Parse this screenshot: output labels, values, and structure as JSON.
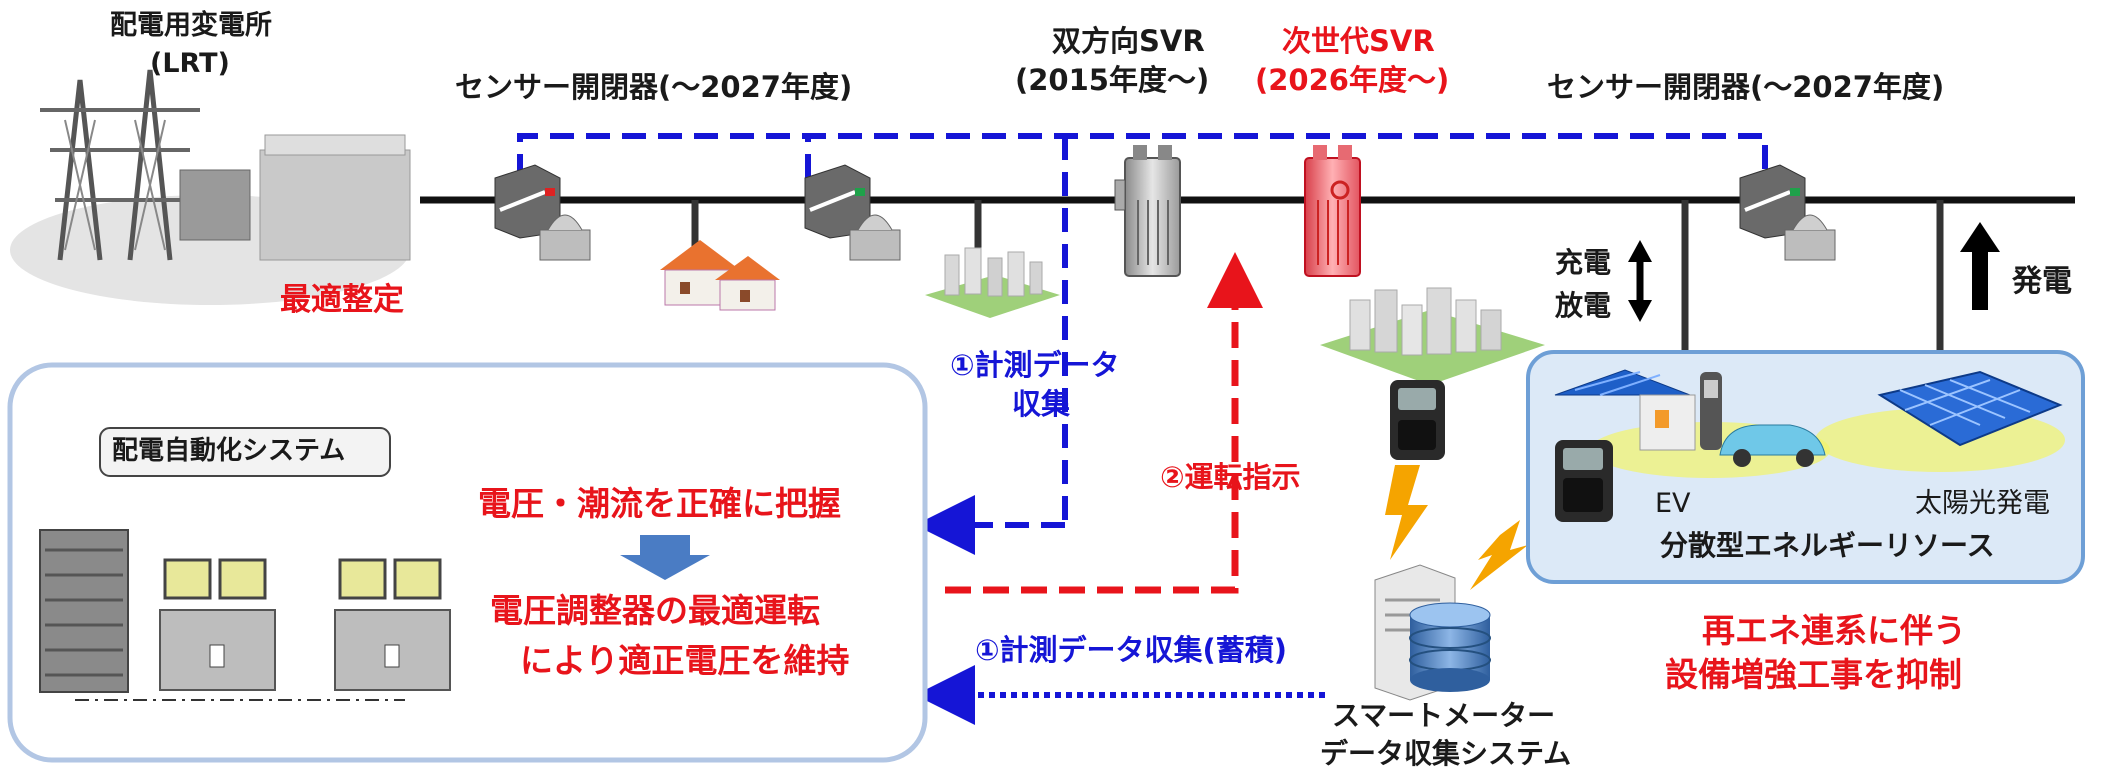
{
  "substation": {
    "title": "配電用変電所",
    "subtitle": "(LRT)",
    "action": "最適整定"
  },
  "sensor_switch_left": "センサー開閉器(～2027年度)",
  "sensor_switch_right": "センサー開閉器(～2027年度)",
  "svr_bidirectional": {
    "title": "双方向SVR",
    "period": "(2015年度～)"
  },
  "svr_next_gen": {
    "title": "次世代SVR",
    "period": "(2026年度～)"
  },
  "charge_label": "充電",
  "discharge_label": "放電",
  "generation_label": "発電",
  "flow_measure_top": {
    "line1": "①計測データ",
    "line2": "収集"
  },
  "flow_operation": "②運転指示",
  "flow_measure_bottom": "①計測データ収集(蓄積)",
  "das": {
    "title": "配電自動化システム",
    "step1": "電圧・潮流を正確に把握",
    "step2_line1": "電圧調整器の最適運転",
    "step2_line2": "により適正電圧を維持"
  },
  "der": {
    "ev": "EV",
    "solar": "太陽光発電",
    "title": "分散型エネルギーリソース"
  },
  "smart_meter_system": {
    "line1": "スマートメーター",
    "line2": "データ収集システム"
  },
  "renewable": {
    "line1": "再エネ連系に伴う",
    "line2": "設備増強工事を抑制"
  },
  "colors": {
    "red": "#e8141b",
    "blue": "#1515d6",
    "panel_border": "#b2c6e4",
    "der_fill": "#dce9f7",
    "der_border": "#6e9fd6"
  }
}
